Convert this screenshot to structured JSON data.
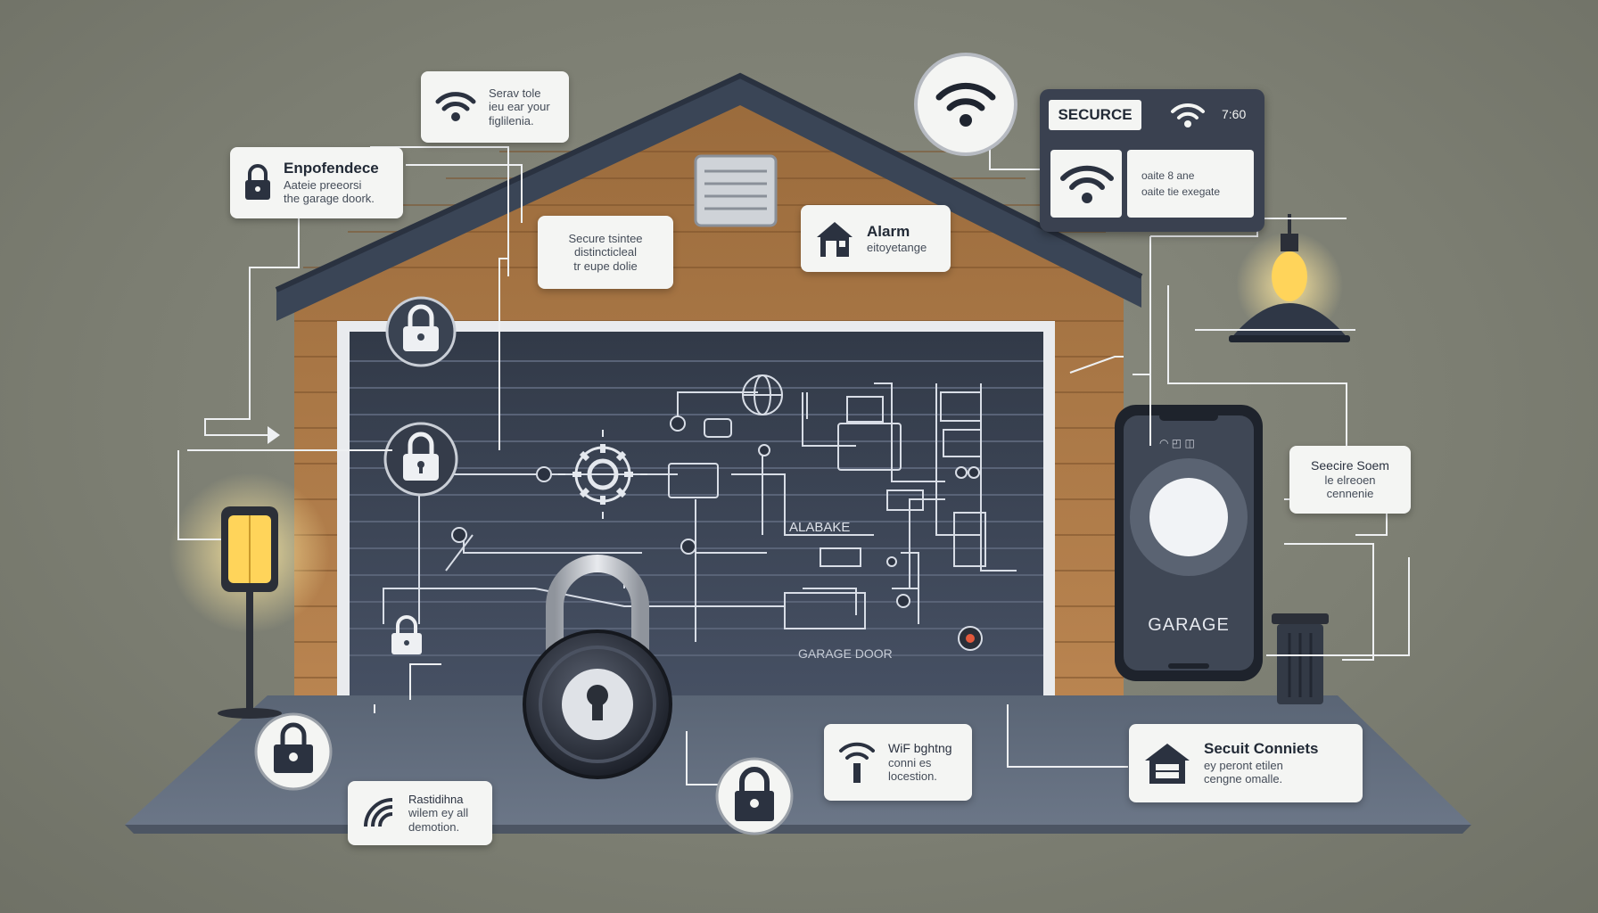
{
  "cards": {
    "wifi_top": {
      "line1": "Serav tole",
      "line2": "ieu ear your",
      "line3": "figlilenia."
    },
    "independence": {
      "title": "Enpofendece",
      "line1": "Aateie preeorsi",
      "line2": "the garage doork."
    },
    "secure_garage": {
      "line1": "Secure tsintee",
      "line2": "distincticleal",
      "line3": "tr eupe dolie"
    },
    "alarm": {
      "title": "Alarm",
      "subtitle": "eitoyetange"
    },
    "secure_screen": {
      "label": "SECURCE",
      "time": "7:60",
      "line1": "oaite 8 ane",
      "line2": "oaite tie exegate"
    },
    "secure_room": {
      "line1": "Seecire Soem",
      "line2": "le elreoen",
      "line3": "cennenie"
    },
    "wifi_bottom": {
      "title": "WiF bghtng",
      "line1": "conni es",
      "line2": "locestion."
    },
    "secure_connects": {
      "title": "Secuit Conniets",
      "line1": "ey peront etilen",
      "line2": "cengne omalle."
    },
    "bottom_left": {
      "line1": "Rastidihna",
      "line2": "wilem ey all",
      "line3": "demotion."
    }
  },
  "door": {
    "label_alarm": "ALABAKE",
    "label_garage": "GARAGE DOOR"
  },
  "phone": {
    "label": "GARAGE",
    "status": "◠ ◰ ◫"
  },
  "colors": {
    "background": "#7f8175",
    "roof": "#3a4556",
    "siding": "#b07a45",
    "door": "#3c4453",
    "card": "#f4f5f3",
    "accent_light": "#ffd45a"
  },
  "icons": [
    "wifi-icon",
    "lock-icon",
    "house-icon",
    "gear-icon",
    "padlock-icon",
    "lamp-icon",
    "phone-icon",
    "trash-can-icon"
  ]
}
